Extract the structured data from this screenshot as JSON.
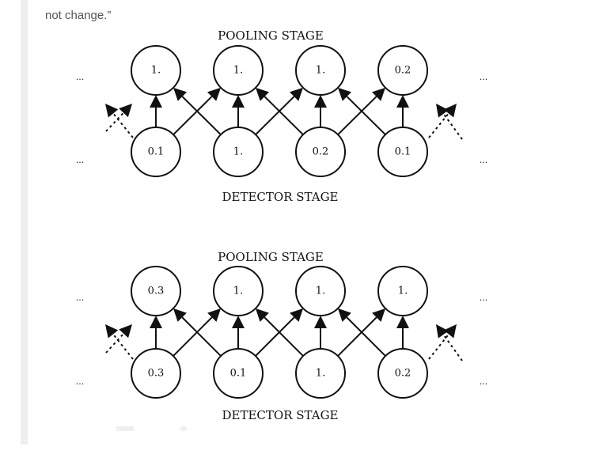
{
  "caption": "not change.”",
  "ellipsis": "...",
  "panels": [
    {
      "top_label": "POOLING STAGE",
      "bottom_label": "DETECTOR STAGE",
      "pooling": [
        "1.",
        "1.",
        "1.",
        "0.2"
      ],
      "detector": [
        "0.1",
        "1.",
        "0.2",
        "0.1"
      ]
    },
    {
      "top_label": "POOLING STAGE",
      "bottom_label": "DETECTOR STAGE",
      "pooling": [
        "0.3",
        "1.",
        "1.",
        "1."
      ],
      "detector": [
        "0.3",
        "0.1",
        "1.",
        "0.2"
      ]
    }
  ]
}
